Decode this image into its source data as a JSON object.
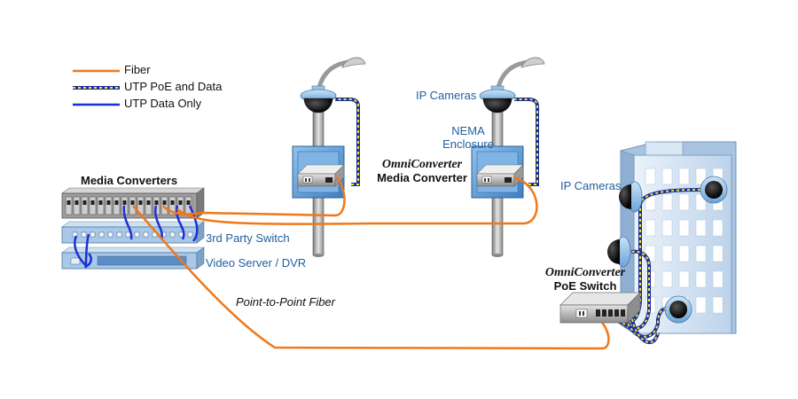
{
  "legend": {
    "items": [
      {
        "label": "Fiber",
        "style": "fiber"
      },
      {
        "label": "UTP PoE and Data",
        "style": "poe"
      },
      {
        "label": "UTP Data Only",
        "style": "data"
      }
    ]
  },
  "labels": {
    "media_converters": "Media Converters",
    "third_party_switch": "3rd Party Switch",
    "video_server": "Video Server / DVR",
    "point_to_point_fiber": "Point-to-Point Fiber",
    "ip_cameras_pole": "IP Cameras",
    "nema_line1": "NEMA",
    "nema_line2": "Enclosure",
    "omni_mc_brand": "OmniConverter",
    "omni_mc_product": "Media Converter",
    "ip_cameras_building": "IP Cameras",
    "omni_poe_brand": "OmniConverter",
    "omni_poe_product": "PoE Switch"
  },
  "colors": {
    "fiber": "#f07818",
    "utp_poe_blue": "#1a2f9a",
    "utp_poe_yellow": "#f3e23a",
    "utp_data": "#1c2fd6",
    "enclosure": "#5b9bd5",
    "building": "#c9dcef",
    "label_blue": "#1f5f9f"
  }
}
